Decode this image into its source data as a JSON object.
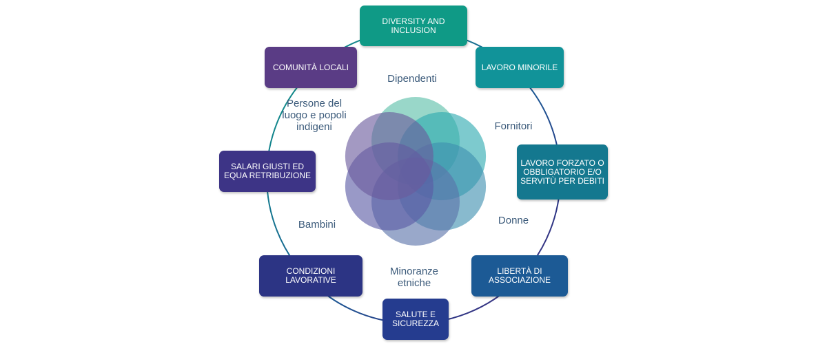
{
  "boxes": [
    {
      "key": "diversity",
      "text": "DIVERSITY AND INCLUSION",
      "color": "#0f9a86"
    },
    {
      "key": "lavoro_minorile",
      "text": "LAVORO MINORILE",
      "color": "#119399"
    },
    {
      "key": "lavoro_forzato",
      "text": "LAVORO FORZATO O OBBLIGATORIO E/O SERVITÙ PER DEBITI",
      "color": "#14788f"
    },
    {
      "key": "liberta",
      "text": "LIBERTÀ DI ASSOCIAZIONE",
      "color": "#1c5a95"
    },
    {
      "key": "salute",
      "text": "SALUTE E SICUREZZA",
      "color": "#253c8f"
    },
    {
      "key": "condizioni",
      "text": "CONDIZIONI LAVORATIVE",
      "color": "#2c3484"
    },
    {
      "key": "salari",
      "text": "SALARI GIUSTI ED EQUA RETRIBUZIONE",
      "color": "#3d3486"
    },
    {
      "key": "comunita",
      "text": "COMUNITÀ LOCALI",
      "color": "#5a3c85"
    }
  ],
  "labels": {
    "dipendenti": "Dipendenti",
    "fornitori": "Fornitori",
    "donne": "Donne",
    "minoranze": "Minoranze etniche",
    "bambini": "Bambini",
    "persone": "Persone del luogo e popoli indigeni"
  },
  "circle_colors": [
    "#5bbfa8",
    "#2da9b0",
    "#3f8fb0",
    "#5a73aa",
    "#5b5aa5",
    "#6a5a9c"
  ],
  "ring_colors": [
    "#0f9a86",
    "#14788f",
    "#1c5a95",
    "#2c3484",
    "#5a3c85"
  ]
}
